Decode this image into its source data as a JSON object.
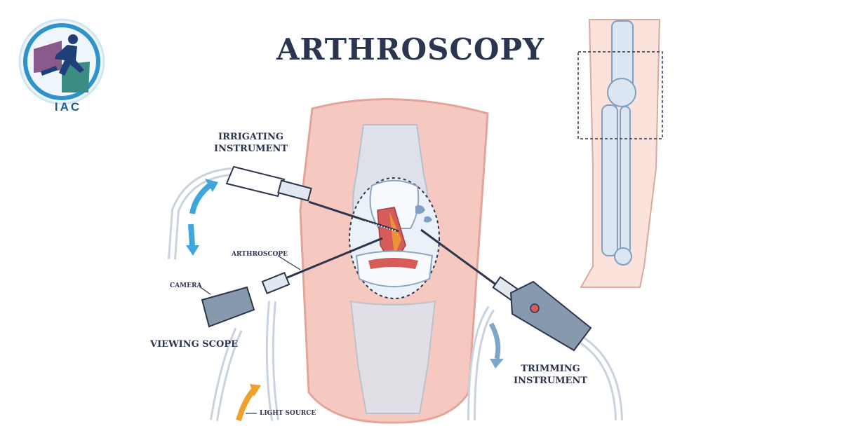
{
  "title": "ARTHROSCOPY",
  "logo": {
    "text": "IAC",
    "icon": "runner-logo-icon"
  },
  "labels": {
    "irrigating_line1": "IRRIGATING",
    "irrigating_line2": "INSTRUMENT",
    "arthroscope": "ARTHROSCOPE",
    "camera": "CAMERA",
    "viewing_scope": "VIEWING SCOPE",
    "light_source": "LIGHT SOURCE",
    "trimming_line1": "TRIMMING",
    "trimming_line2": "INSTRUMENT"
  },
  "colors": {
    "title": "#2c3550",
    "skin": "#f6c9c0",
    "bone": "#dbe6f2",
    "instrument": "#8799ad",
    "irrigation_arrow": "#3fa5dd",
    "light_arrow": "#f0a12d",
    "trimming_arrow": "#7fa6c8",
    "logo_ring": "#2f93c9",
    "logo_purple": "#8a5a8c",
    "logo_teal": "#3a8d83"
  }
}
